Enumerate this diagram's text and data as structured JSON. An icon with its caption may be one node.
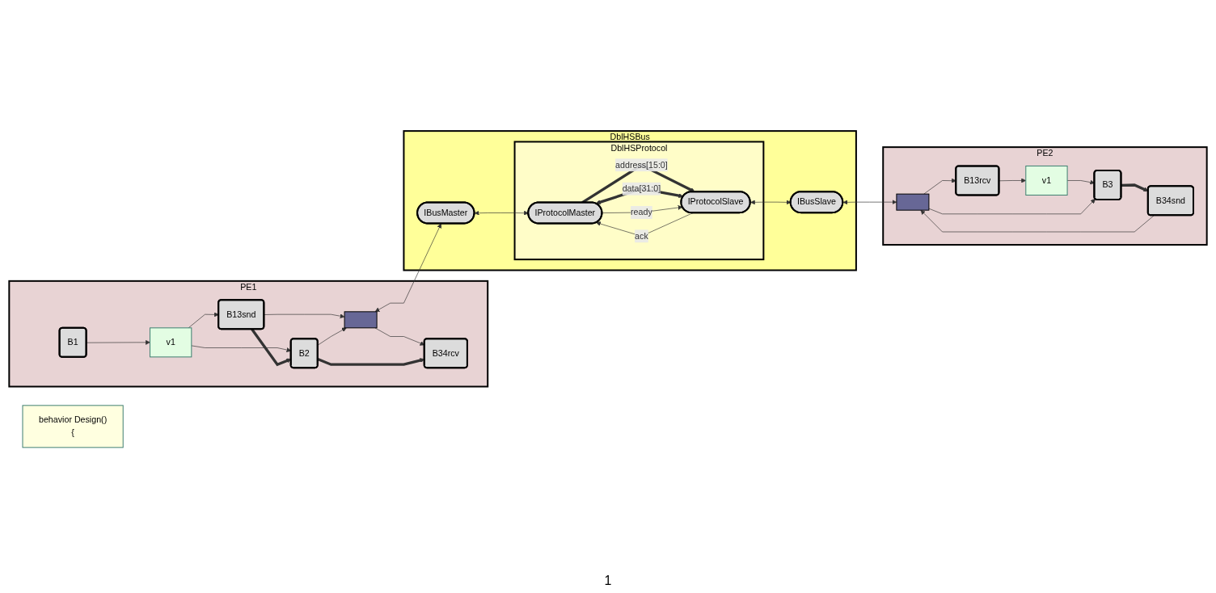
{
  "diagram": {
    "nodes": [
      {
        "text": [
          "PE1"
        ]
      },
      {
        "text": [
          "B1"
        ],
        "in": 0
      },
      {
        "text": [
          "v1"
        ],
        "in": 0
      },
      {
        "text": [
          "B13snd"
        ],
        "in": 0
      },
      {
        "text": [
          "B2"
        ],
        "in": 0
      },
      {
        "text": [
          "B34rcv"
        ],
        "in": 0
      },
      {
        "text": [],
        "shape": "box",
        "in": 0
      },
      {
        "text": [
          "DblHSBus"
        ]
      },
      {
        "text": [
          "IBusMaster"
        ],
        "in": 7
      },
      {
        "text": [
          "DblHSProtocol"
        ],
        "in": 7
      },
      {
        "text": [
          "IProtocolMaster"
        ],
        "in": 9
      },
      {
        "text": [
          "IProtocolSlave"
        ],
        "in": 9
      },
      {
        "text": [
          "IBusSlave"
        ],
        "in": 7
      },
      {
        "text": [
          "PE2"
        ]
      },
      {
        "text": [],
        "shape": "box",
        "in": 13
      },
      {
        "text": [
          "B13rcv"
        ],
        "in": 13
      },
      {
        "text": [
          "v1"
        ],
        "in": 13
      },
      {
        "text": [
          "B3"
        ],
        "in": 13
      },
      {
        "text": [
          "B34snd"
        ],
        "in": 13
      },
      {
        "text": [
          "behavior Design()",
          "{"
        ]
      }
    ],
    "edges": [
      {
        "from": 1,
        "to": 2,
        "arrow": "to"
      },
      {
        "from": 2,
        "to": 3,
        "arrow": "to"
      },
      {
        "from": 2,
        "to": 4,
        "arrow": "to"
      },
      {
        "from": 3,
        "to": 6,
        "arrow": "to"
      },
      {
        "from": 3,
        "to": 4,
        "arrow": "to",
        "style": "thick"
      },
      {
        "from": 4,
        "to": 6,
        "arrow": "to"
      },
      {
        "from": 6,
        "to": 5,
        "arrow": "to"
      },
      {
        "from": 4,
        "to": 5,
        "arrow": "to",
        "style": "thick"
      },
      {
        "from": 6,
        "to": 8,
        "arrow": "both"
      },
      {
        "from": 8,
        "to": 10,
        "arrow": "both"
      },
      {
        "from": 10,
        "to": 11,
        "arrow": "to",
        "label": "address[15:0]",
        "style": "thick"
      },
      {
        "from": 10,
        "to": 11,
        "arrow": "both",
        "label": "data[31:0]",
        "style": "thick"
      },
      {
        "from": 10,
        "to": 11,
        "arrow": "to",
        "label": "ready"
      },
      {
        "from": 11,
        "to": 10,
        "arrow": "to",
        "label": "ack"
      },
      {
        "from": 11,
        "to": 12,
        "arrow": "both"
      },
      {
        "from": 12,
        "to": 14,
        "arrow": "both"
      },
      {
        "from": 14,
        "to": 15,
        "arrow": "to"
      },
      {
        "from": 15,
        "to": 16,
        "arrow": "to"
      },
      {
        "from": 16,
        "to": 17,
        "arrow": "to"
      },
      {
        "from": 14,
        "to": 17,
        "arrow": "to"
      },
      {
        "from": 18,
        "to": 14,
        "arrow": "to"
      },
      {
        "from": 17,
        "to": 18,
        "arrow": "to",
        "style": "thick"
      }
    ],
    "labels": [
      "1"
    ]
  }
}
